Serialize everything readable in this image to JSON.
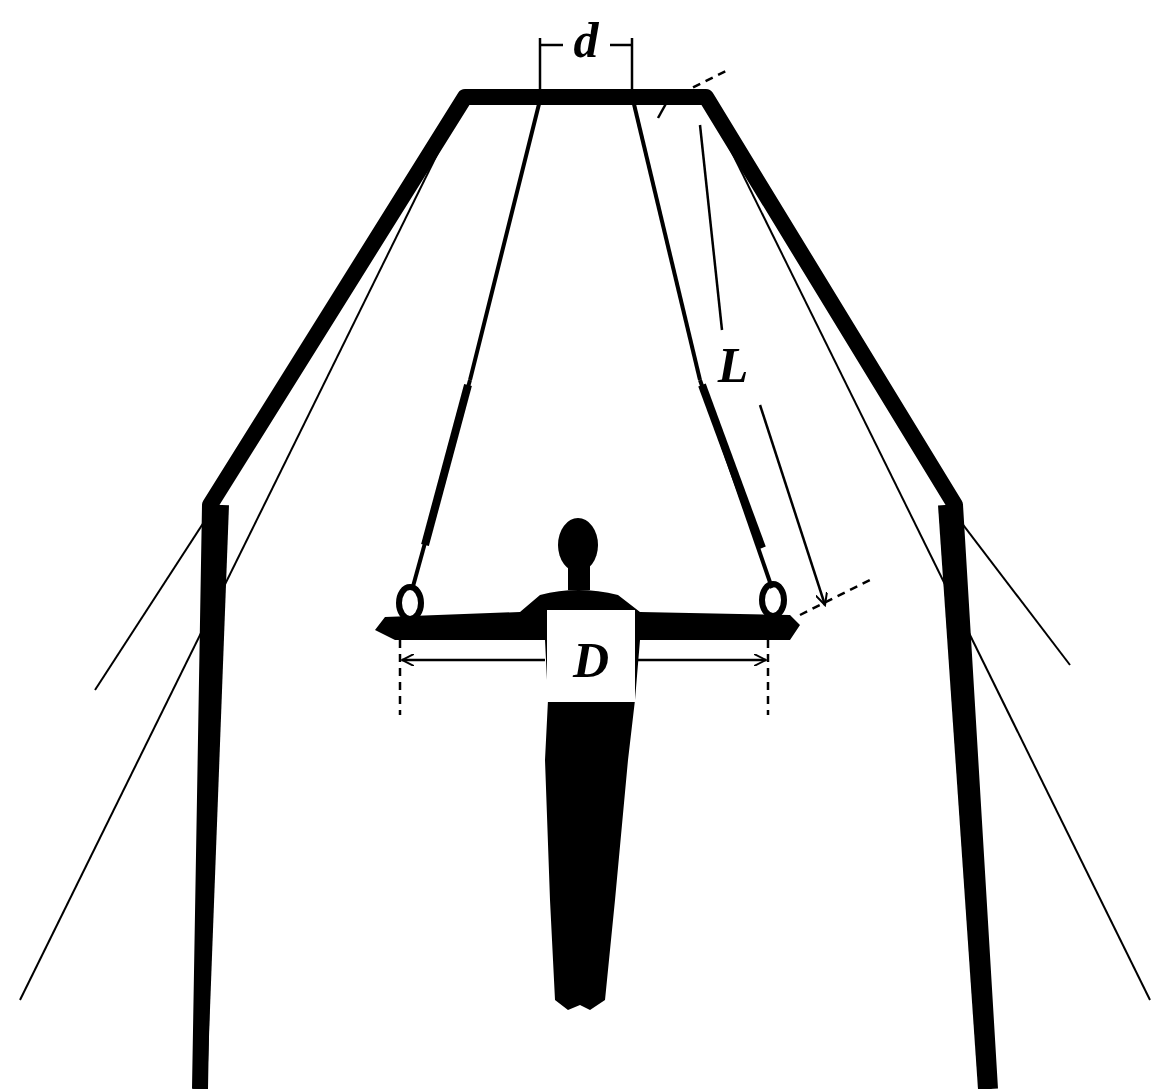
{
  "diagram": {
    "labels": [
      "d",
      "L",
      "D"
    ]
  }
}
